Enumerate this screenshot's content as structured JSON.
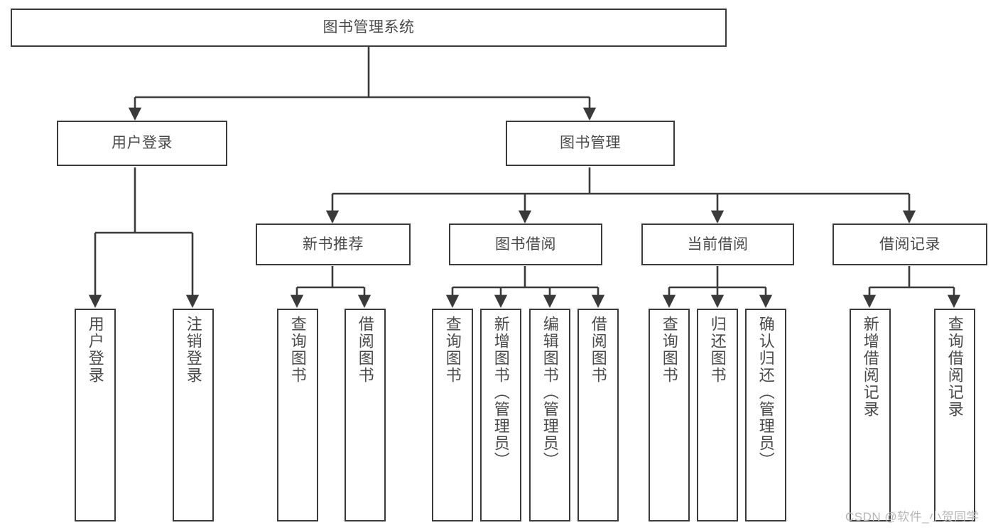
{
  "diagram": {
    "kind": "tree-structure-chart",
    "title": "图书管理系统",
    "root": {
      "id": "root",
      "label": "图书管理系统"
    },
    "level2": [
      {
        "id": "user-login",
        "label": "用户登录"
      },
      {
        "id": "book-manage",
        "label": "图书管理"
      }
    ],
    "level3": [
      {
        "id": "new-book-rec",
        "label": "新书推荐"
      },
      {
        "id": "book-borrow",
        "label": "图书借阅"
      },
      {
        "id": "current-borrow",
        "label": "当前借阅"
      },
      {
        "id": "borrow-record",
        "label": "借阅记录"
      }
    ],
    "leaves": {
      "user_login": [
        {
          "id": "leaf-user-login",
          "label": "用户登录"
        },
        {
          "id": "leaf-logout",
          "label": "注销登录"
        }
      ],
      "new_book_rec": [
        {
          "id": "leaf-query-book-1",
          "label": "查询图书"
        },
        {
          "id": "leaf-borrow-book-1",
          "label": "借阅图书"
        }
      ],
      "book_borrow": [
        {
          "id": "leaf-query-book-2",
          "label": "查询图书"
        },
        {
          "id": "leaf-add-book",
          "label": "新增图书（管理员）"
        },
        {
          "id": "leaf-edit-book",
          "label": "编辑图书（管理员）"
        },
        {
          "id": "leaf-borrow-book-2",
          "label": "借阅图书"
        }
      ],
      "current_borrow": [
        {
          "id": "leaf-query-book-3",
          "label": "查询图书"
        },
        {
          "id": "leaf-return-book",
          "label": "归还图书"
        },
        {
          "id": "leaf-confirm-return",
          "label": "确认归还（管理员）"
        }
      ],
      "borrow_record": [
        {
          "id": "leaf-add-record",
          "label": "新增借阅记录"
        },
        {
          "id": "leaf-query-record",
          "label": "查询借阅记录"
        }
      ]
    },
    "colors": {
      "stroke": "#3a3a3a",
      "text": "#4a4a4a",
      "background": "#ffffff",
      "watermark": "#b6b6b6"
    }
  },
  "watermark": {
    "text": "CSDN @软件_小贺同学"
  }
}
